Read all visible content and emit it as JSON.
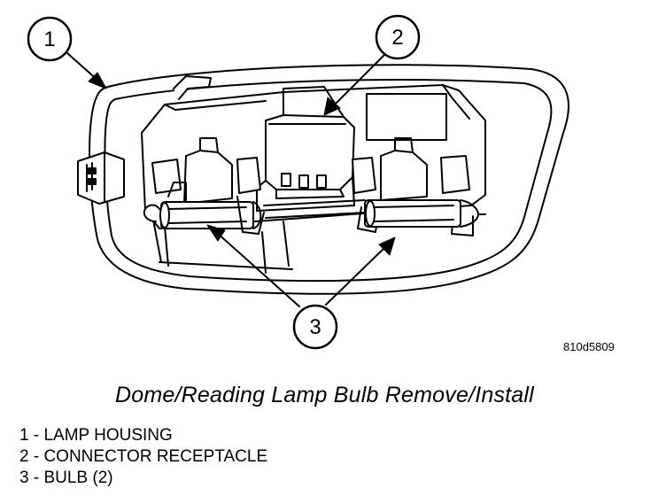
{
  "figure": {
    "id": "810d5809",
    "caption": "Dome/Reading Lamp Bulb Remove/Install",
    "callouts": [
      "1",
      "2",
      "3"
    ]
  },
  "legend": [
    "1 - LAMP HOUSING",
    "2 - CONNECTOR RECEPTACLE",
    "3 - BULB (2)"
  ]
}
